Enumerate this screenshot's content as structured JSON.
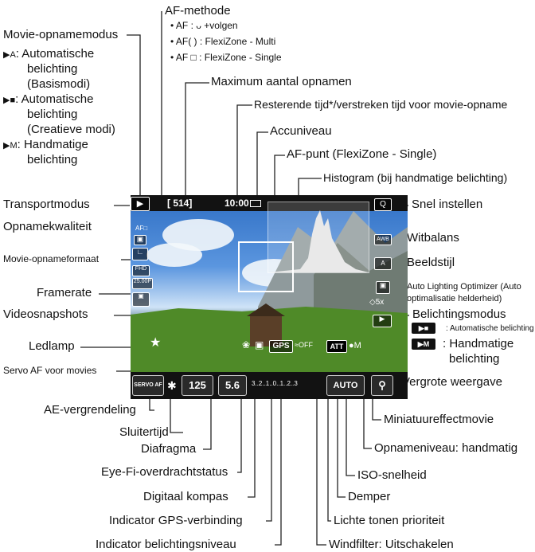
{
  "labels": {
    "af_methode": "AF-methode",
    "af_item1_label": "AF",
    "af_item1_text": ": ᴗ +volgen",
    "af_item2_label": "AF( )",
    "af_item2_text": ": FlexiZone - Multi",
    "af_item3_label": "AF □",
    "af_item3_text": ": FlexiZone - Single",
    "movie_opnamemodus": "Movie-opnamemodus",
    "mode_auto_basis": ": Automatische belichting (Basismodi)",
    "mode_auto_basis_l1": ": Automatische",
    "mode_auto_basis_l2": "belichting",
    "mode_auto_basis_l3": "(Basismodi)",
    "mode_auto_creatief_l1": ": Automatische",
    "mode_auto_creatief_l2": "belichting",
    "mode_auto_creatief_l3": "(Creatieve modi)",
    "mode_hand_l1": ": Handmatige",
    "mode_hand_l2": "belichting",
    "max_opnamen": "Maximum aantal opnamen",
    "resterende_tijd": "Resterende tijd*/verstreken tijd voor movie-opname",
    "accuniveau": "Accuniveau",
    "af_punt": "AF-punt (FlexiZone - Single)",
    "histogram": "Histogram (bij handmatige belichting)",
    "transportmodus": "Transportmodus",
    "snel_instellen": "Snel instellen",
    "opnamekwaliteit": "Opnamekwaliteit",
    "witbalans": "Witbalans",
    "movie_opnameformaat": "Movie-opnameformaat",
    "beeldstijl": "Beeldstijl",
    "framerate": "Framerate",
    "alo_l1": "Auto Lighting Optimizer (Auto",
    "alo_l2": "optimalisatie helderheid)",
    "videosnapshots": "Videosnapshots",
    "belichtingsmodus": "Belichtingsmodus",
    "ledlamp": "Ledlamp",
    "bm_auto": ": Automatische belichting",
    "bm_hand_l1": ": Handmatige",
    "bm_hand_l2": "belichting",
    "servo_af": "Servo AF voor movies",
    "ae_vergrendeling": "AE-vergrendeling",
    "vergrote_weergave": "Vergrote weergave",
    "sluitertijd": "Sluitertijd",
    "miniatuureffectmovie": "Miniatuureffectmovie",
    "diafragma": "Diafragma",
    "opnameniveau": "Opnameniveau: handmatig",
    "eye_fi": "Eye-Fi-overdrachtstatus",
    "iso_snelheid": "ISO-snelheid",
    "digitaal_kompas": "Digitaal kompas",
    "demper": "Demper",
    "indicator_gps": "Indicator GPS-verbinding",
    "lichte_tonen": "Lichte tonen prioriteit",
    "indicator_belichting": "Indicator belichtingsniveau",
    "windfilter": "Windfilter: Uitschakelen"
  },
  "screen": {
    "shots": "[ 514]",
    "time": "10:00",
    "shutter": "125",
    "aperture": "5.6",
    "gps": "GPS",
    "att": "ATT",
    "iso": "AUTO",
    "scale": "3..2..1..0..1..2..3",
    "servo": "SERVO AF",
    "af_small": "AF□",
    "fps": "25.00P",
    "wb": "AWB",
    "style": "A"
  },
  "icons": [
    "movie-auto-icon",
    "movie-creative-icon",
    "movie-manual-icon",
    "quick-control-icon",
    "magnify-icon",
    "led-icon",
    "wifi-icon",
    "compass-icon"
  ],
  "colors": {
    "line": "#222222",
    "screen_bar": "#121212",
    "text": "#111111"
  }
}
